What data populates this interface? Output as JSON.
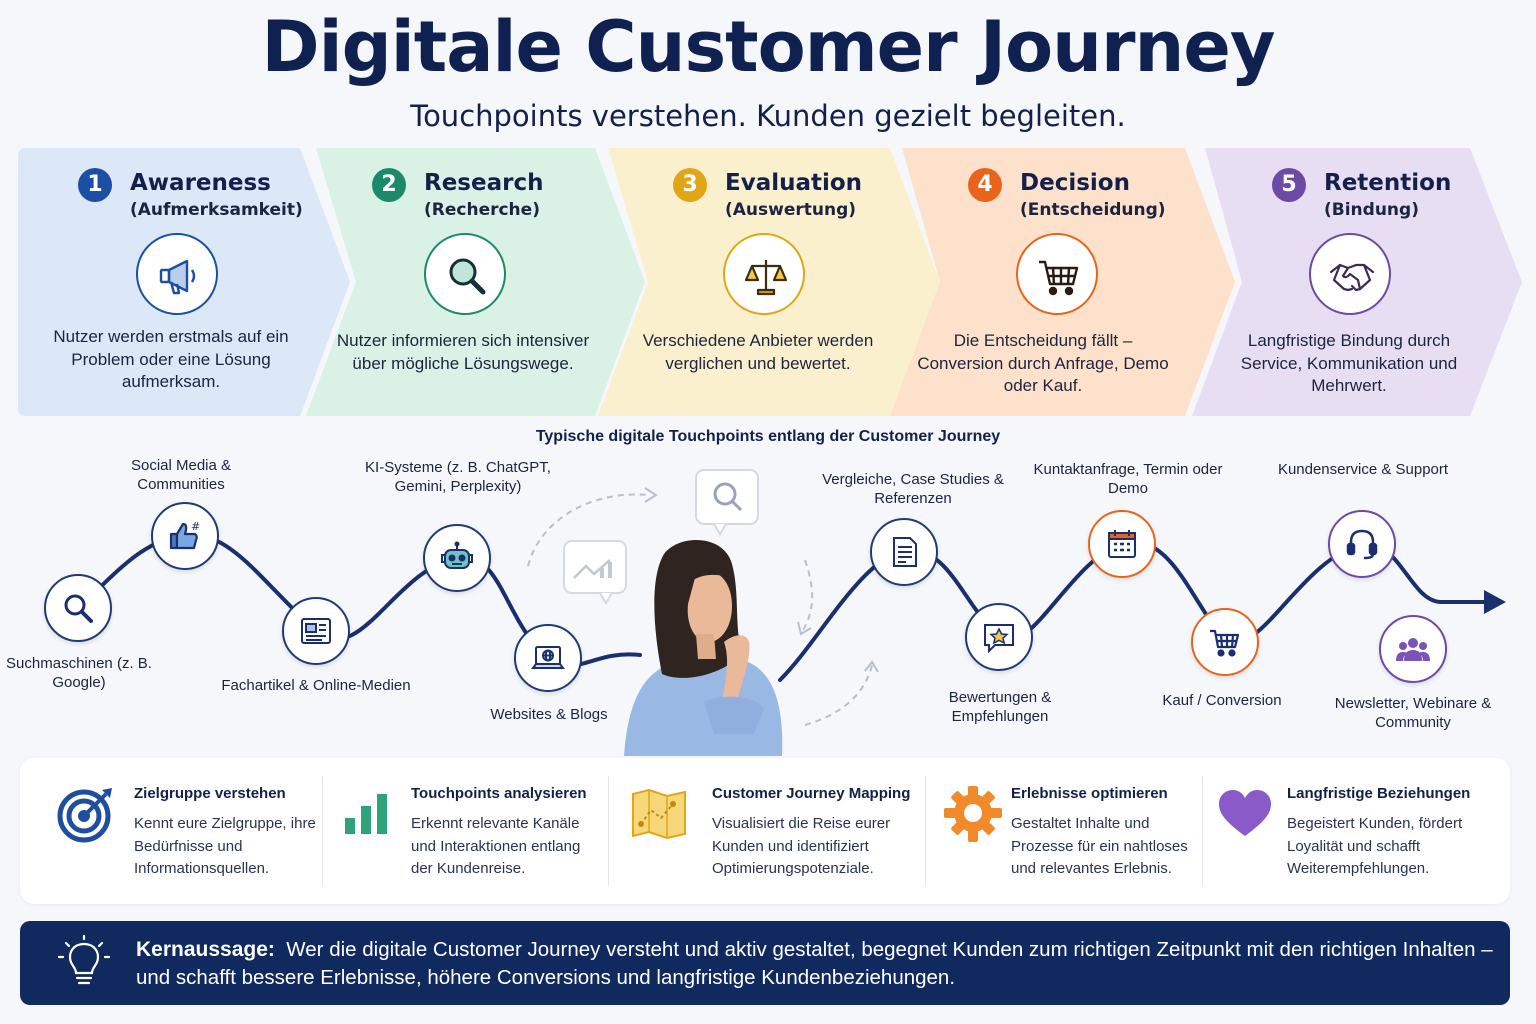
{
  "title": "Digitale Customer Journey",
  "subtitle": "Touchpoints verstehen. Kunden gezielt begleiten.",
  "stages": [
    {
      "number": "1",
      "name": "Awareness",
      "sub": "(Aufmerksamkeit)",
      "description": "Nutzer werden erstmals auf ein Problem oder eine Lösung aufmerksam.",
      "icon": "megaphone-icon",
      "color": "#1a4fa3",
      "bg": "#dde8f8"
    },
    {
      "number": "2",
      "name": "Research",
      "sub": "(Recherche)",
      "description": "Nutzer informieren sich intensiver über mögliche Lösungswege.",
      "icon": "magnifier-icon",
      "color": "#1c8a6a",
      "bg": "#dcf2e8"
    },
    {
      "number": "3",
      "name": "Evaluation",
      "sub": "(Auswertung)",
      "description": "Verschiedene Anbieter werden verglichen und bewertet.",
      "icon": "scales-icon",
      "color": "#e0a617",
      "bg": "#fbf1d0"
    },
    {
      "number": "4",
      "name": "Decision",
      "sub": "(Entscheidung)",
      "description": "Die Entscheidung fällt – Conversion durch Anfrage, Demo oder Kauf.",
      "icon": "cart-icon",
      "color": "#e8641c",
      "bg": "#fde3cf"
    },
    {
      "number": "5",
      "name": "Retention",
      "sub": "(Bindung)",
      "description": "Langfristige Bindung durch Service, Kommunikation und Mehrwert.",
      "icon": "handshake-icon",
      "color": "#6b4aa8",
      "bg": "#e8e0f5"
    }
  ],
  "touchpoints_title": "Typische digitale Touchpoints entlang der Customer Journey",
  "touchpoints": [
    {
      "label": "Suchmaschinen (z. B. Google)",
      "icon": "search-icon"
    },
    {
      "label": "Social Media & Communities",
      "icon": "social-like-icon"
    },
    {
      "label": "Fachartikel & Online-Medien",
      "icon": "newspaper-icon"
    },
    {
      "label": "KI-Systeme (z. B. ChatGPT, Gemini, Perplexity)",
      "icon": "robot-icon"
    },
    {
      "label": "Websites & Blogs",
      "icon": "laptop-globe-icon"
    },
    {
      "label": "Vergleiche, Case Studies & Referenzen",
      "icon": "document-icon"
    },
    {
      "label": "Bewertungen & Empfehlungen",
      "icon": "star-review-icon"
    },
    {
      "label": "Kuntaktanfrage, Termin oder Demo",
      "icon": "calendar-icon"
    },
    {
      "label": "Kauf / Conversion",
      "icon": "cart-icon"
    },
    {
      "label": "Kundenservice & Support",
      "icon": "headset-icon"
    },
    {
      "label": "Newsletter, Webinare & Community",
      "icon": "community-icon"
    }
  ],
  "features": [
    {
      "title": "Zielgruppe verstehen",
      "description": "Kennt eure Zielgruppe, ihre Bedürfnisse und Informationsquellen.",
      "icon": "target-icon"
    },
    {
      "title": "Touchpoints analysieren",
      "description": "Erkennt relevante Kanäle und Interaktionen entlang der Kundenreise.",
      "icon": "bar-chart-icon"
    },
    {
      "title": "Customer Journey Mapping",
      "description": "Visualisiert die Reise eurer Kunden und identifiziert Optimierungspotenziale.",
      "icon": "map-icon"
    },
    {
      "title": "Erlebnisse optimieren",
      "description": "Gestaltet Inhalte und Prozesse für ein nahtloses und relevantes Erlebnis.",
      "icon": "gear-icon"
    },
    {
      "title": "Langfristige Beziehungen",
      "description": "Begeistert Kunden, fördert Loyalität und schafft Weiterempfehlungen.",
      "icon": "heart-icon"
    }
  ],
  "banner": {
    "label": "Kernaussage:",
    "text": "Wer die digitale Customer Journey versteht und aktiv gestaltet, begegnet Kunden zum richtigen Zeitpunkt mit den richtigen Inhalten – und schafft bessere Erlebnisse, höhere Conversions und langfristige Kundenbeziehungen.",
    "icon": "lightbulb-icon"
  }
}
